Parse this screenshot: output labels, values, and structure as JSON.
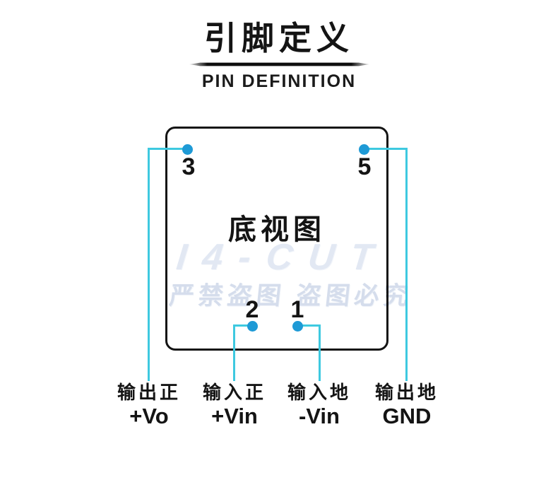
{
  "header": {
    "title": "引脚定义",
    "subtitle": "PIN DEFINITION"
  },
  "diagram": {
    "view_label": "底视图",
    "pins": [
      {
        "number": "3",
        "position": "top-left",
        "function_cn": "输出正",
        "function_en": "+Vo"
      },
      {
        "number": "5",
        "position": "top-right",
        "function_cn": "输出地",
        "function_en": "GND"
      },
      {
        "number": "2",
        "position": "bottom-left",
        "function_cn": "输入正",
        "function_en": "+Vin"
      },
      {
        "number": "1",
        "position": "bottom-right",
        "function_cn": "输入地",
        "function_en": "-Vin"
      }
    ],
    "colors": {
      "pin_dot": "#1e9ad6",
      "connector_line": "#3ec9e0",
      "module_border": "#141414"
    }
  },
  "watermark": {
    "brand": "I4-CUT",
    "warning": "严禁盗图 盗图必究"
  },
  "bottom_labels": [
    {
      "cn": "输出正",
      "en": "+Vo"
    },
    {
      "cn": "输入正",
      "en": "+Vin"
    },
    {
      "cn": "输入地",
      "en": "-Vin"
    },
    {
      "cn": "输出地",
      "en": "GND"
    }
  ]
}
